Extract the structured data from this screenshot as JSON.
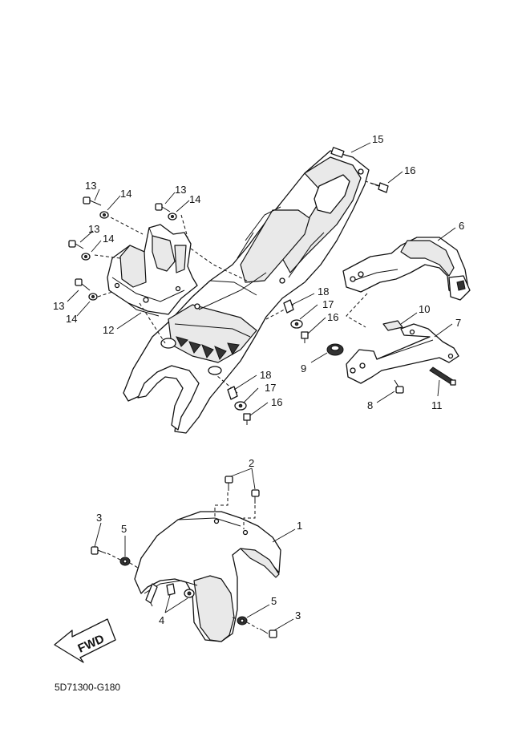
{
  "labels": {
    "rear_fender": [
      "15",
      "16",
      "13",
      "14",
      "13",
      "14",
      "13",
      "14",
      "13",
      "14",
      "12",
      "6",
      "18",
      "17",
      "16",
      "10",
      "7",
      "9",
      "8",
      "11",
      "18",
      "17",
      "16"
    ],
    "front_fender": [
      "2",
      "1",
      "3",
      "5",
      "4",
      "5",
      "3"
    ]
  },
  "fwd_label": "FWD",
  "diagram_code": "5D71300-G180"
}
